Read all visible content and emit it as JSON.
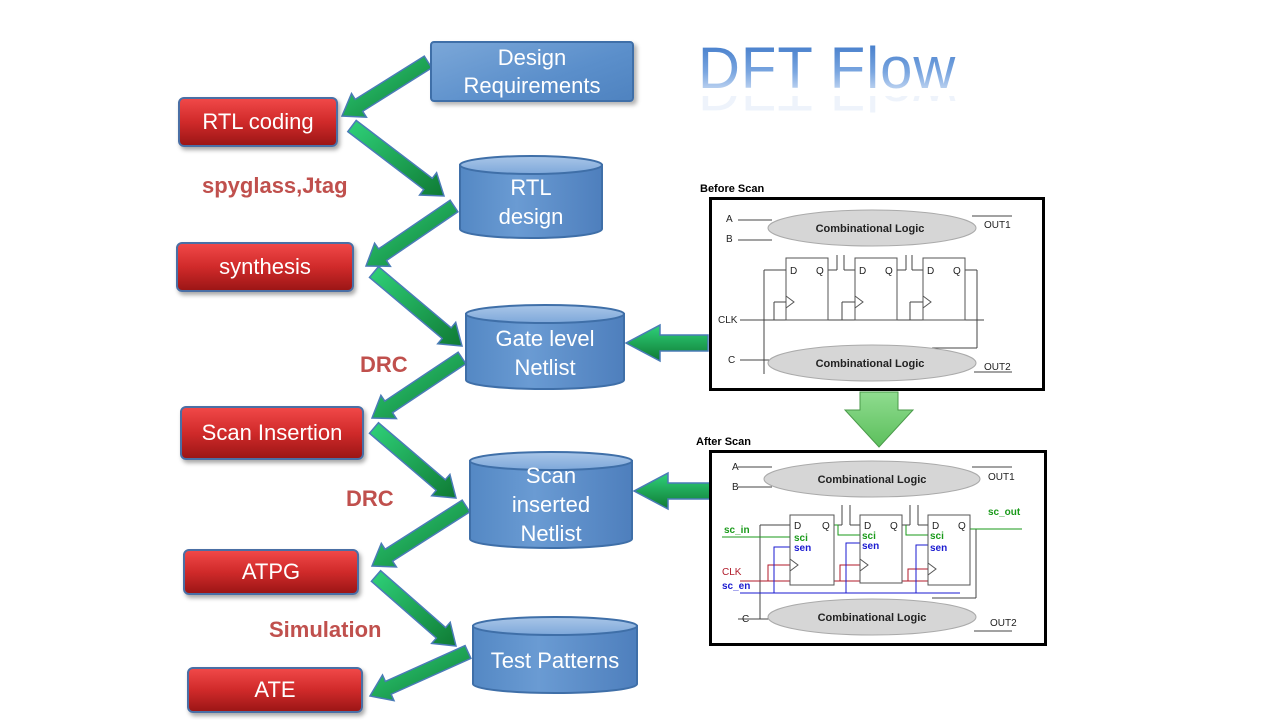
{
  "title": "DFT Flow",
  "steps": [
    {
      "label": "RTL coding"
    },
    {
      "label": "synthesis"
    },
    {
      "label": "Scan Insertion"
    },
    {
      "label": "ATPG"
    },
    {
      "label": "ATE"
    }
  ],
  "artifacts": [
    {
      "label": "Design Requirements"
    },
    {
      "label": "RTL design"
    },
    {
      "label": "Gate level Netlist"
    },
    {
      "label": "Scan inserted Netlist"
    },
    {
      "label": "Test Patterns"
    }
  ],
  "tools": [
    {
      "label": "spyglass,Jtag"
    },
    {
      "label": "DRC"
    },
    {
      "label": "DRC"
    },
    {
      "label": "Simulation"
    }
  ],
  "before_scan": {
    "title": "Before Scan",
    "inputs": [
      "A",
      "B",
      "CLK",
      "C"
    ],
    "outputs": [
      "OUT1",
      "OUT2"
    ],
    "logic_top": "Combinational Logic",
    "logic_bottom": "Combinational Logic",
    "ff": {
      "d": "D",
      "q": "Q"
    }
  },
  "after_scan": {
    "title": "After Scan",
    "inputs": [
      "A",
      "B",
      "sc_in",
      "CLK",
      "sc_en",
      "C"
    ],
    "outputs": [
      "OUT1",
      "sc_out",
      "OUT2"
    ],
    "logic_top": "Combinational Logic",
    "logic_bottom": "Combinational Logic",
    "ff": {
      "d": "D",
      "q": "Q",
      "sci": "sci",
      "sen": "sen"
    }
  },
  "colors": {
    "step_red": "#d02a2a",
    "store_blue": "#5b8fcb",
    "arrow_green": "#1e9e4a",
    "tool_text": "#c0504d",
    "scan_green": "#1a9a1a",
    "scan_blue": "#1a1ad0",
    "clk_red": "#b01a2a"
  }
}
